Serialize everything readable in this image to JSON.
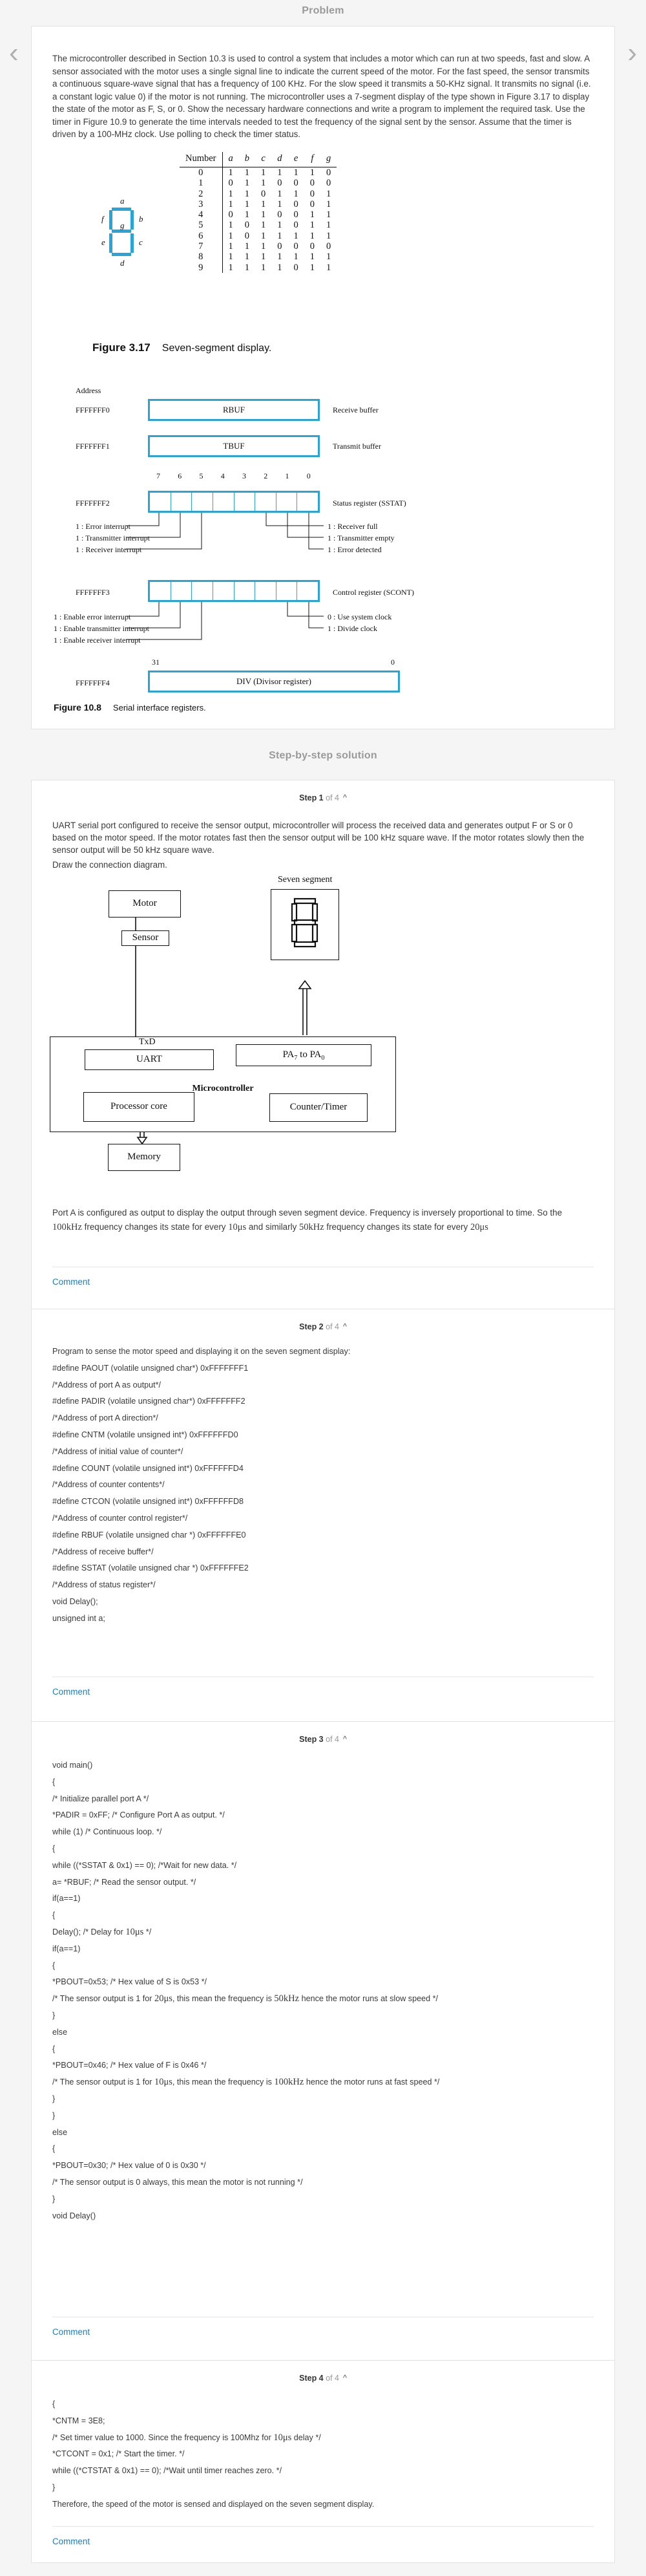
{
  "problem": {
    "title": "Problem",
    "text": "The microcontroller described in Section 10.3 is used to control a system that includes a motor which can run at two speeds, fast and slow. A sensor associated with the motor uses a single signal line to indicate the current speed of the motor. For the fast speed, the sensor transmits a continuous square-wave signal that has a frequency of 100 KHz. For the slow speed it transmits a 50-KHz signal. It transmits no signal (i.e. a constant logic value 0) if the motor is not running. The microcontroller uses a 7-segment display of the type shown in Figure 3.17 to display the state of the motor as F, S, or 0. Show the necessary hardware connections and write a program to implement the required task. Use the timer in Figure 10.9 to generate the time intervals needed to test the frequency of the signal sent by the sensor. Assume that the timer is driven by a 100-MHz clock. Use polling to check the timer status.",
    "seg_table": {
      "headers": [
        "Number",
        "a",
        "b",
        "c",
        "d",
        "e",
        "f",
        "g"
      ],
      "rows": [
        [
          "0",
          "1",
          "1",
          "1",
          "1",
          "1",
          "1",
          "0"
        ],
        [
          "1",
          "0",
          "1",
          "1",
          "0",
          "0",
          "0",
          "0"
        ],
        [
          "2",
          "1",
          "1",
          "0",
          "1",
          "1",
          "0",
          "1"
        ],
        [
          "3",
          "1",
          "1",
          "1",
          "1",
          "0",
          "0",
          "1"
        ],
        [
          "4",
          "0",
          "1",
          "1",
          "0",
          "0",
          "1",
          "1"
        ],
        [
          "5",
          "1",
          "0",
          "1",
          "1",
          "0",
          "1",
          "1"
        ],
        [
          "6",
          "1",
          "0",
          "1",
          "1",
          "1",
          "1",
          "1"
        ],
        [
          "7",
          "1",
          "1",
          "1",
          "0",
          "0",
          "0",
          "0"
        ],
        [
          "8",
          "1",
          "1",
          "1",
          "1",
          "1",
          "1",
          "1"
        ],
        [
          "9",
          "1",
          "1",
          "1",
          "1",
          "0",
          "1",
          "1"
        ]
      ]
    },
    "seg_letters": {
      "a": "a",
      "b": "b",
      "c": "c",
      "d": "d",
      "e": "e",
      "f": "f",
      "g": "g"
    },
    "fig317": {
      "num": "Figure 3.17",
      "caption": "Seven-segment display."
    },
    "fig108": {
      "num": "Figure 10.8",
      "caption": "Serial interface registers.",
      "address_header": "Address",
      "rows": [
        {
          "addr": "FFFFFFF0",
          "name": "RBUF",
          "desc": "Receive buffer"
        },
        {
          "addr": "FFFFFFF1",
          "name": "TBUF",
          "desc": "Transmit buffer"
        },
        {
          "addr": "FFFFFFF2",
          "name": "",
          "desc": "Status register (SSTAT)"
        },
        {
          "addr": "FFFFFFF3",
          "name": "",
          "desc": "Control register (SCONT)"
        },
        {
          "addr": "FFFFFFF4",
          "name": "DIV (Divisor register)",
          "desc": ""
        }
      ],
      "bits": [
        "7",
        "6",
        "5",
        "4",
        "3",
        "2",
        "1",
        "0"
      ],
      "sstat_left": [
        "1 : Error interrupt",
        "1 : Transmitter interrupt",
        "1 : Receiver interrupt"
      ],
      "sstat_right": [
        "1 : Receiver full",
        "1 : Transmitter empty",
        "1 : Error detected"
      ],
      "scont_left": [
        "1 : Enable error interrupt",
        "1 : Enable transmitter interrupt",
        "1 : Enable receiver interrupt"
      ],
      "scont_right": [
        "0 : Use system clock",
        "1 : Divide clock"
      ],
      "div_left_bit": "31",
      "div_right_bit": "0"
    }
  },
  "solution_title": "Step-by-step solution",
  "steps": [
    {
      "label": "Step 1",
      "of": "of 4",
      "p1": "UART serial port configured to receive the sensor output, microcontroller will process the received data and generates output F or S or 0 based on the motor speed. If the motor rotates fast then the sensor output will be 100 kHz square wave. If the motor rotates slowly then the sensor output will be 50 kHz square wave.",
      "p2": "Draw the connection diagram.",
      "diagram": {
        "motor": "Motor",
        "sensor": "Sensor",
        "seven_segment": "Seven segment",
        "txd": "TxD",
        "uart": "UART",
        "pa0": "PA",
        "pa0_sub": "7",
        "pa_to": "to",
        "pa7": "PA",
        "pa7_sub": "0",
        "micro": "Microcontroller",
        "proc": "Processor core",
        "timer": "Counter/Timer",
        "memory": "Memory"
      },
      "p3_a": "Port A is configured as output to display the output through seven segment device. Frequency is inversely proportional to time. So the ",
      "p3_b": "100kHz",
      "p3_c": " frequency changes its state for every ",
      "p3_d": "10μs",
      "p3_e": " and similarly ",
      "p3_f": "50kHz",
      "p3_g": " frequency changes its state for every ",
      "p3_h": "20μs",
      "comment": "Comment"
    },
    {
      "label": "Step 2",
      "of": "of 4",
      "lines": [
        "Program to sense the motor speed and displaying it on the seven segment display:",
        "#define PAOUT (volatile unsigned char*) 0xFFFFFFF1",
        "/*Address of port A as output*/",
        "#define PADIR (volatile unsigned char*) 0xFFFFFFF2",
        "/*Address of port A direction*/",
        "#define CNTM (volatile unsigned int*) 0xFFFFFFD0",
        "/*Address of initial value of counter*/",
        "#define COUNT (volatile unsigned int*) 0xFFFFFFD4",
        "/*Address of counter contents*/",
        "#define CTCON (volatile unsigned int*) 0xFFFFFFD8",
        "/*Address of counter control register*/",
        "#define RBUF (volatile unsigned char *) 0xFFFFFFE0",
        "/*Address of receive buffer*/",
        "#define SSTAT (volatile unsigned char *) 0xFFFFFFE2",
        "/*Address of status register*/",
        "void Delay();",
        "unsigned int a;"
      ],
      "comment": "Comment"
    },
    {
      "label": "Step 3",
      "of": "of 4",
      "lines": [
        "void main()",
        "{",
        "/* Initialize parallel port A */",
        "*PADIR = 0xFF; /* Configure Port A as output. */",
        "while (1) /* Continuous loop. */",
        "{",
        "while ((*SSTAT & 0x1) == 0); /*Wait for new data. */",
        "a= *RBUF; /* Read the sensor output. */",
        "if(a==1)",
        "{",
        "Delay(); /* Delay for ",
        "if(a==1)",
        "{",
        "*PBOUT=0x53; /* Hex value of S is 0x53 */",
        "/* The sensor output is 1 for ",
        "}",
        "else",
        "{",
        "*PBOUT=0x46; /* Hex value of F is 0x46 */",
        "/* The sensor output is 1 for ",
        "}",
        "}",
        "else",
        "{",
        "*PBOUT=0x30; /* Hex value of 0 is 0x30 */",
        "/* The sensor output is 0 always, this mean the motor is not running */",
        "}",
        "void Delay()"
      ],
      "delay_math": "10μs",
      "delay_tail": " */",
      "slow_math1": "20μs",
      "slow_mid": ", this mean the frequency is ",
      "slow_math2": "50kHz",
      "slow_tail": " hence the motor runs at slow speed */",
      "fast_math1": "10μs",
      "fast_mid": ", this mean the frequency is ",
      "fast_math2": "100kHz",
      "fast_tail": " hence the motor runs at fast speed */",
      "comment": "Comment"
    },
    {
      "label": "Step 4",
      "of": "of 4",
      "lines": [
        "{",
        "*CNTM = 3E8;",
        "/* Set timer value to 1000. Since the frequency is 100Mhz for ",
        "*CTCONT = 0x1; /* Start the timer. */",
        "while ((*CTSTAT & 0x1) == 0); /*Wait until timer reaches zero. */",
        "}",
        "Therefore, the speed of the motor is sensed and displayed on the seven segment display."
      ],
      "timer_math": "10μs",
      "timer_tail": " delay */",
      "comment": "Comment"
    }
  ]
}
